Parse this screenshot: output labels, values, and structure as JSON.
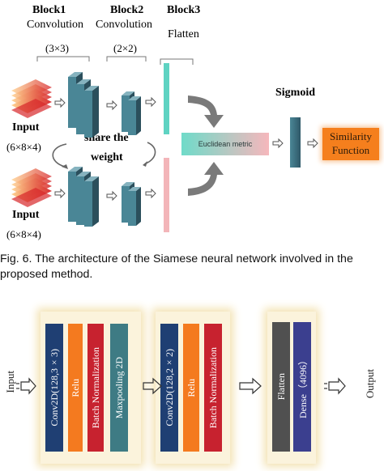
{
  "top": {
    "block1_title": "Block1",
    "block1_sub": "Convolution",
    "block1_kernel": "(3×3)",
    "block2_title": "Block2",
    "block2_sub": "Convolution",
    "block2_kernel": "(2×2)",
    "block3_title": "Block3",
    "block3_sub": "Flatten",
    "input_top_label": "Input",
    "input_top_shape": "(6×8×4)",
    "input_bottom_label": "Input",
    "input_bottom_shape": "(6×8×4)",
    "share_line1": "share the",
    "share_line2": "weight",
    "euclidean": "Euclidean metric",
    "sigmoid": "Sigmoid",
    "similarity_line1": "Similarity",
    "similarity_line2": "Function",
    "colors": {
      "cube": "#3d6878",
      "flatten_top": "#5fd3c2",
      "flatten_bottom": "#f3b5b9",
      "euclid_left": "#6fdbc9",
      "euclid_right": "#f6b7bc",
      "similarity_bg": "#f57f1d"
    }
  },
  "caption": {
    "line1": "Fig. 6. The architecture of the Siamese neural network involved in the",
    "line2": "proposed method."
  },
  "bottom": {
    "input_label": "Input",
    "output_label": "Output",
    "block1": [
      "Conv2D(128,3×3)",
      "Relu",
      "Batch Normalization",
      "Maxpooling 2D"
    ],
    "block2": [
      "Conv2D(128,2×2)",
      "Relu",
      "Batch Normalization"
    ],
    "block3": [
      "Flatten",
      "Dense（4096）"
    ],
    "colors": {
      "navy": "#1f3f73",
      "orange": "#f47a1f",
      "red": "#c7222f",
      "teal": "#3e7b84",
      "gray": "#505050",
      "indigo": "#3b3f8f"
    }
  }
}
